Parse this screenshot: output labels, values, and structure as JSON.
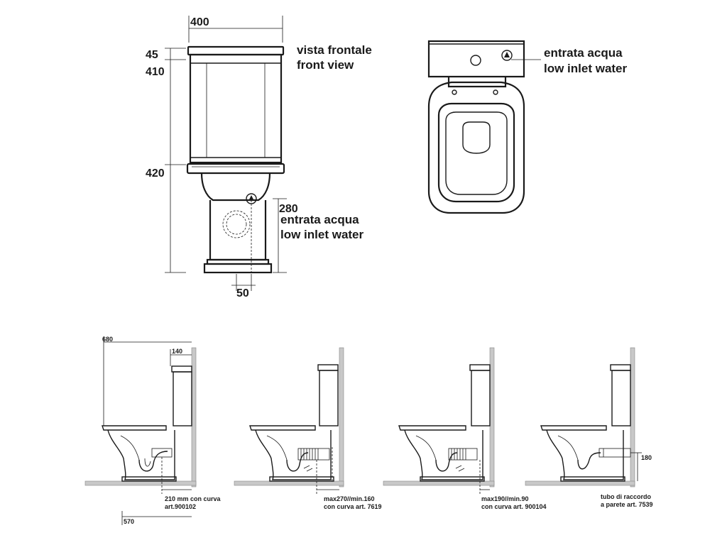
{
  "front_view": {
    "dim_width": "400",
    "dim_cistern_lid": "45",
    "dim_cistern": "410",
    "dim_bowl": "420",
    "dim_inlet_height": "280",
    "dim_offset": "50",
    "title_it": "vista frontale",
    "title_en": "front view",
    "inlet_it": "entrata acqua",
    "inlet_en": "low inlet water"
  },
  "top_view": {
    "inlet_it": "entrata acqua",
    "inlet_en": "low inlet water"
  },
  "side_views": [
    {
      "dim_total": "680",
      "dim_wall_gap": "140",
      "note_line1": "210 mm con curva",
      "note_line2": "art.900102",
      "dim_bottom": "570"
    },
    {
      "note_line1": "max270//min.160",
      "note_line2": "con curva art. 7619"
    },
    {
      "note_line1": "max190//min.90",
      "note_line2": "con curva art. 900104"
    },
    {
      "dim_height": "180",
      "note_line1": "tubo di raccordo",
      "note_line2": "a parete art. 7539"
    }
  ]
}
